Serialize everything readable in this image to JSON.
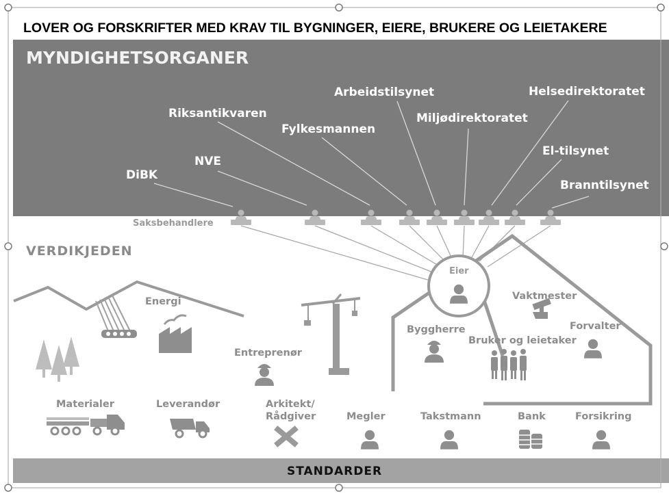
{
  "title": "LOVER OG FORSKRIFTER MED KRAV TIL BYGNINGER, EIERE, BRUKERE OG LEIETAKERE",
  "authorities": {
    "heading": "MYNDIGHETSORGANER",
    "agencies": [
      {
        "id": "dibk",
        "label": "DiBK"
      },
      {
        "id": "nve",
        "label": "NVE"
      },
      {
        "id": "riksantikvaren",
        "label": "Riksantikvaren"
      },
      {
        "id": "fylkesmannen",
        "label": "Fylkesmannen"
      },
      {
        "id": "arbeidstilsynet",
        "label": "Arbeidstilsynet"
      },
      {
        "id": "miljodirektoratet",
        "label": "Miljødirektoratet"
      },
      {
        "id": "helsedirektoratet",
        "label": "Helsedirektoratet"
      },
      {
        "id": "el-tilsynet",
        "label": "El-tilsynet"
      },
      {
        "id": "branntilsynet",
        "label": "Branntilsynet"
      }
    ],
    "caseworkers_label": "Saksbehandlere"
  },
  "value_chain": {
    "heading": "VERDIKJEDEN",
    "owner_label": "Eier",
    "actors": {
      "energi": "Energi",
      "vaktmester": "Vaktmester",
      "forvalter": "Forvalter",
      "byggherre": "Byggherre",
      "bruker": "Bruker og leietaker",
      "entreprenor": "Entreprenør",
      "materialer": "Materialer",
      "leverandor": "Leverandør",
      "arkitekt_line1": "Arkitekt/",
      "arkitekt_line2": "Rådgiver",
      "megler": "Megler",
      "takstmann": "Takstmann",
      "bank": "Bank",
      "forsikring": "Forsikring"
    }
  },
  "standards_label": "STANDARDER",
  "colors": {
    "band": "#7c7c7c",
    "icon": "#8e8e8e",
    "line": "#9a9a9a",
    "label": "#8c8c8c",
    "standards_band": "#a3a3a3"
  }
}
